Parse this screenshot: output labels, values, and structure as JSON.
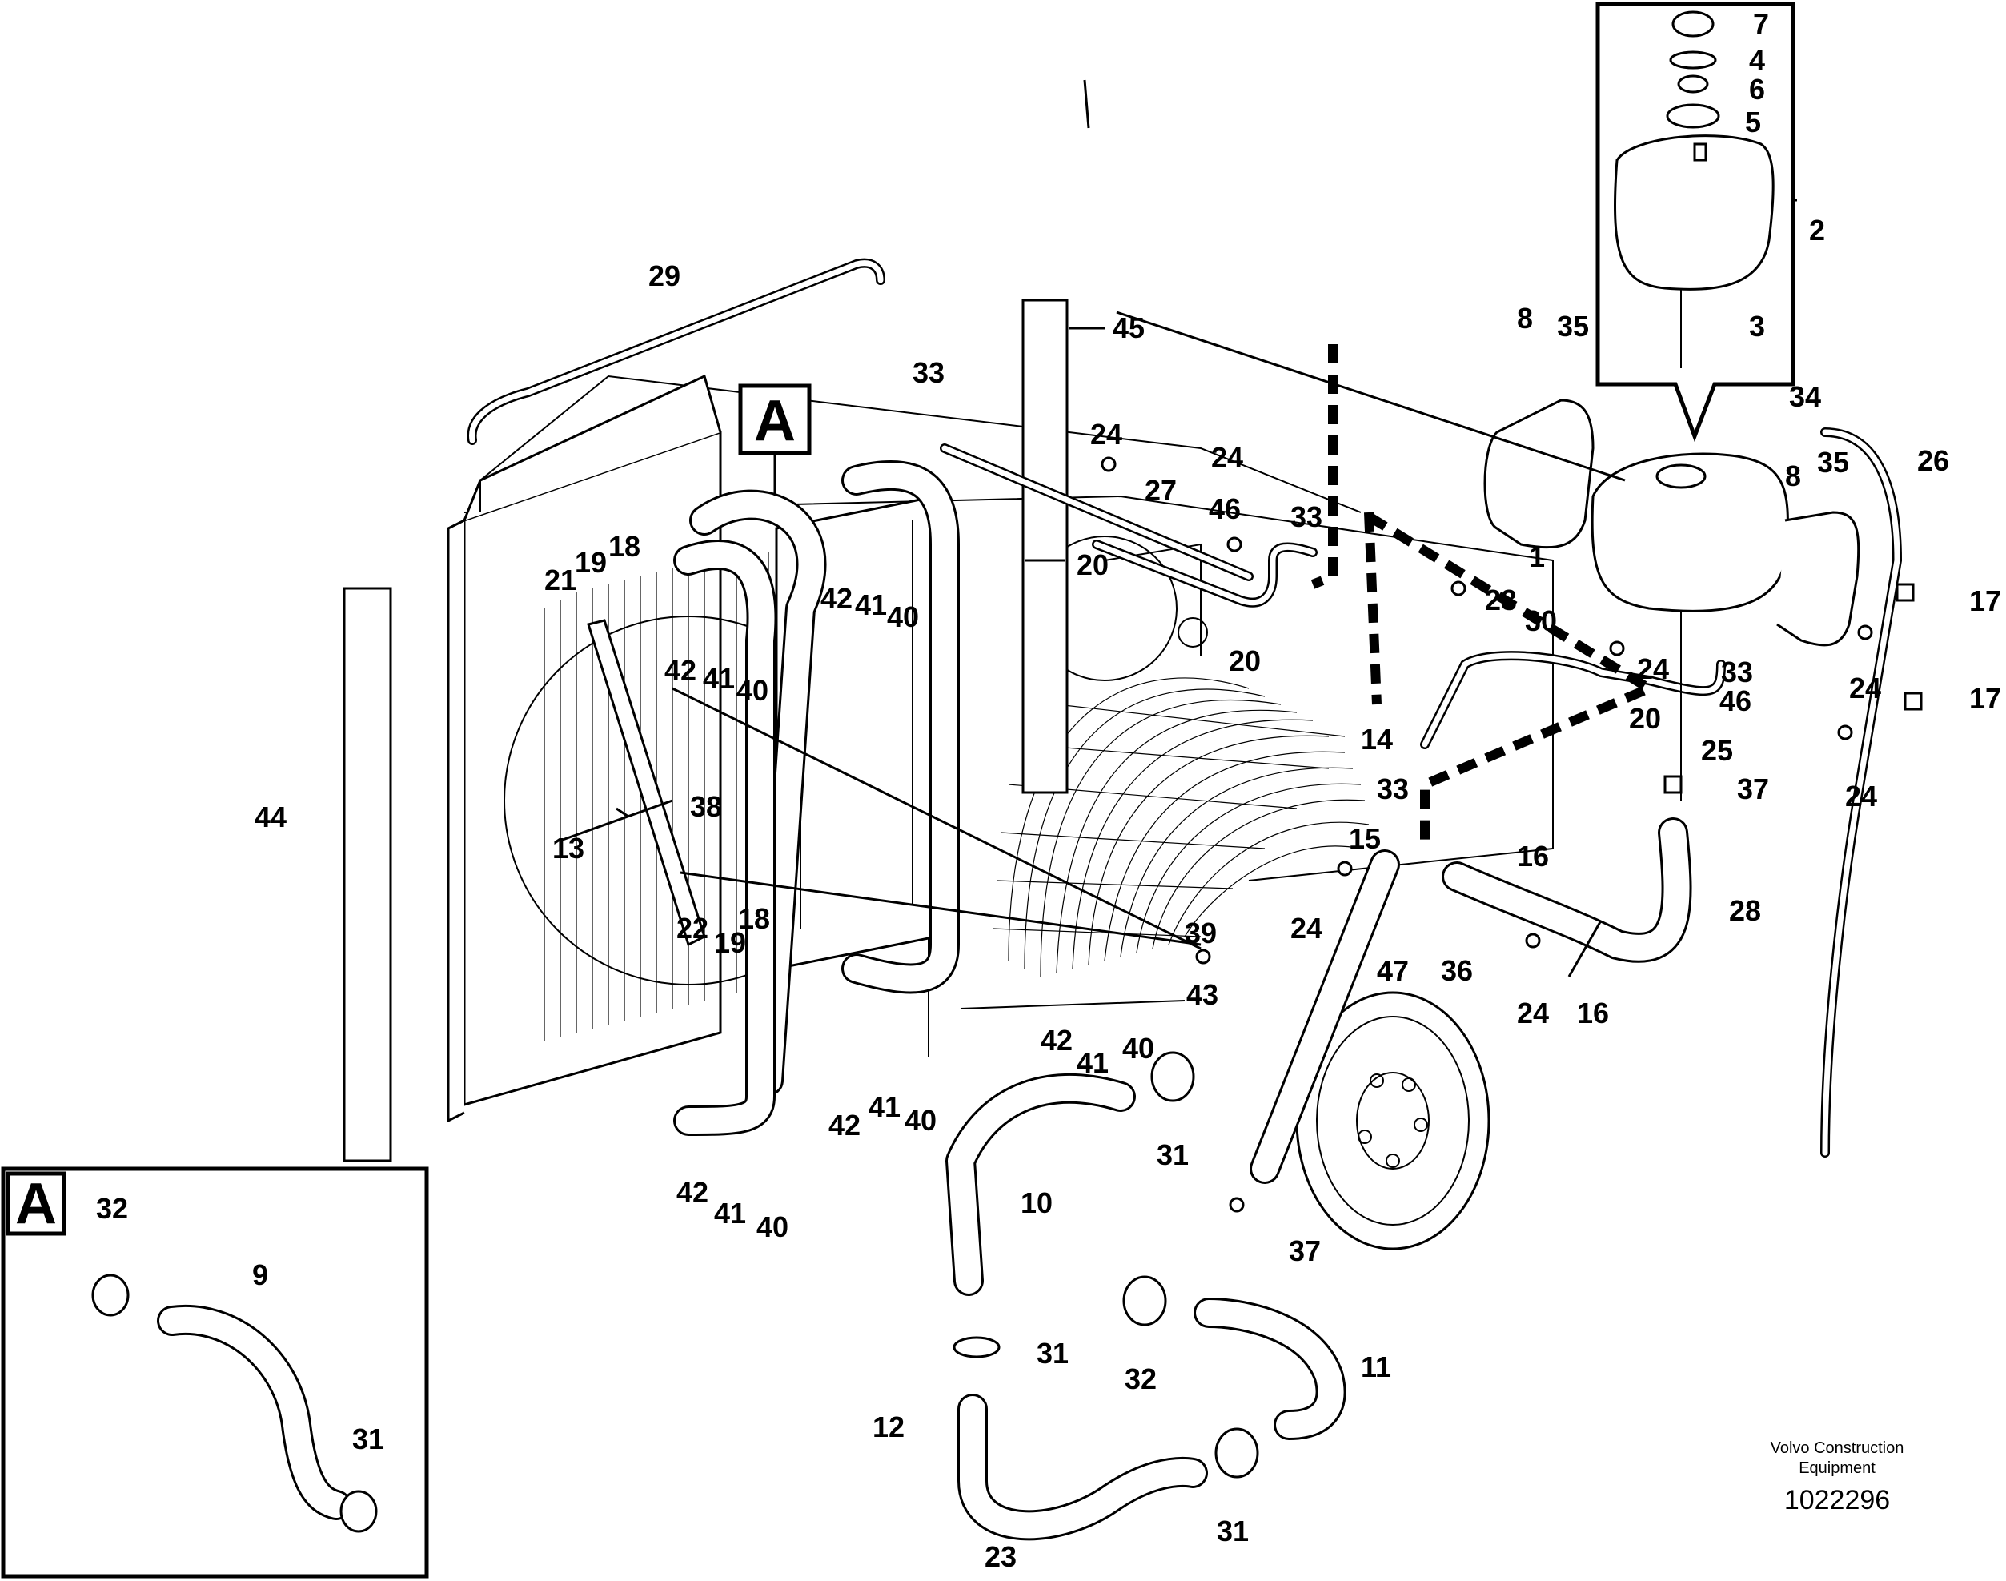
{
  "diagram": {
    "detail_marker": "A",
    "detail_label": "A",
    "callouts_main": [
      "1",
      "2",
      "3",
      "4",
      "5",
      "6",
      "7",
      "8",
      "8",
      "10",
      "11",
      "12",
      "13",
      "14",
      "15",
      "16",
      "16",
      "17",
      "17",
      "18",
      "18",
      "19",
      "19",
      "20",
      "20",
      "20",
      "21",
      "22",
      "23",
      "23",
      "24",
      "24",
      "24",
      "24",
      "24",
      "24",
      "24",
      "25",
      "26",
      "27",
      "28",
      "29",
      "30",
      "31",
      "31",
      "31",
      "32",
      "33",
      "33",
      "33",
      "33",
      "34",
      "35",
      "35",
      "36",
      "37",
      "37",
      "38",
      "39",
      "40",
      "40",
      "40",
      "40",
      "40",
      "41",
      "41",
      "41",
      "41",
      "41",
      "42",
      "42",
      "42",
      "42",
      "42",
      "43",
      "44",
      "45",
      "46",
      "46",
      "47"
    ],
    "callouts_detail": [
      "9",
      "31",
      "32"
    ],
    "manufacturer": "Volvo Construction\nEquipment",
    "manufacturer_line1": "Volvo Construction",
    "manufacturer_line2": "Equipment",
    "document_number": "1022296"
  }
}
